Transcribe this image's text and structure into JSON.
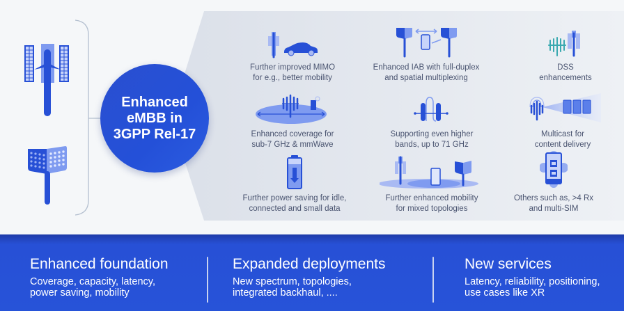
{
  "hub": {
    "title_lines": [
      "Enhanced",
      "eMBB in",
      "3GPP Rel-17"
    ]
  },
  "left_icons": [
    {
      "name": "macro-cell-tower"
    },
    {
      "name": "small-cell-panel"
    }
  ],
  "features": [
    {
      "icon": "mimo-car-icon",
      "lines": [
        "Further improved MIMO",
        "for e.g., better mobility"
      ]
    },
    {
      "icon": "iab-relay-icon",
      "lines": [
        "Enhanced IAB with full-duplex",
        "and spatial multiplexing"
      ]
    },
    {
      "icon": "dss-antenna-icon",
      "lines": [
        "DSS",
        "enhancements"
      ]
    },
    {
      "icon": "coverage-ellipse-icon",
      "lines": [
        "Enhanced coverage for",
        "sub-7 GHz & mmWave"
      ]
    },
    {
      "icon": "high-band-waveform-icon",
      "lines": [
        "Supporting even higher",
        "bands, up to 71 GHz"
      ]
    },
    {
      "icon": "multicast-broadcast-icon",
      "lines": [
        "Multicast for",
        "content delivery"
      ]
    },
    {
      "icon": "battery-power-saving-icon",
      "lines": [
        "Further power saving for idle,",
        "connected and small data"
      ]
    },
    {
      "icon": "mixed-topology-mobility-icon",
      "lines": [
        "Further enhanced mobility",
        "for mixed topologies"
      ]
    },
    {
      "icon": "multi-sim-phone-icon",
      "lines": [
        "Others such as, >4 Rx",
        "and multi-SIM"
      ]
    }
  ],
  "footer": {
    "columns": [
      {
        "title": "Enhanced foundation",
        "lines": [
          "Coverage, capacity, latency,",
          "power saving, mobility"
        ]
      },
      {
        "title": "Expanded deployments",
        "lines": [
          "New spectrum, topologies,",
          "integrated backhaul, ...."
        ]
      },
      {
        "title": "New services",
        "lines": [
          "Latency, reliability, positioning,",
          "use cases like XR"
        ]
      }
    ]
  },
  "colors": {
    "primary_blue": "#2750d6",
    "light_blue": "#7f9bf0",
    "panel_gray": "#dfe4ec",
    "text_gray": "#4a5470",
    "teal": "#3aa9b0",
    "background": "#f5f7f9"
  }
}
